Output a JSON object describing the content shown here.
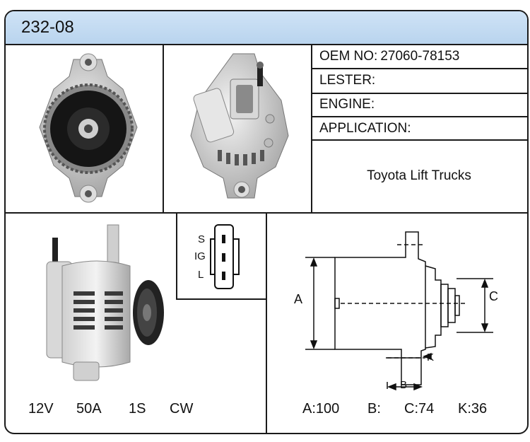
{
  "header": {
    "title": "232-08"
  },
  "specs": {
    "oem_label": "OEM NO:",
    "oem_value": "27060-78153",
    "lester_label": "LESTER:",
    "engine_label": "ENGINE:",
    "application_label": "APPLICATION:",
    "application_value": "Toyota Lift Trucks"
  },
  "connector": {
    "pins": [
      "S",
      "IG",
      "L"
    ]
  },
  "electrical": {
    "voltage": "12V",
    "amperage": "50A",
    "pulley": "1S",
    "rotation": "CW"
  },
  "diagram": {
    "labels": {
      "a": "A",
      "b": "B",
      "c": "C",
      "k": "K"
    },
    "values": {
      "a": "A:100",
      "b": "B:",
      "c": "C:74",
      "k": "K:36"
    }
  },
  "colors": {
    "header_bg": "#c3dbf2",
    "border": "#1a1a1a"
  }
}
